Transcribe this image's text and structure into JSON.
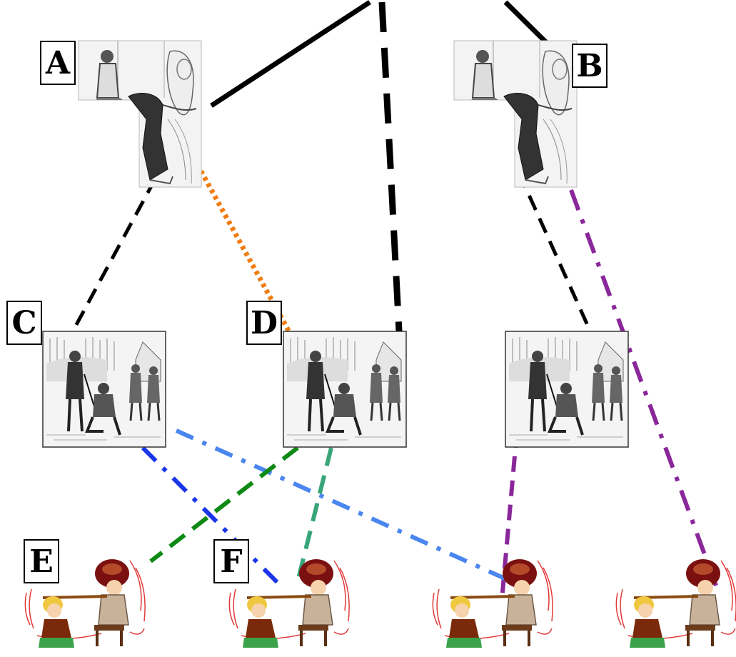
{
  "labels": {
    "A": "A",
    "B": "B",
    "C": "C",
    "D": "D",
    "E": "E",
    "F": "F"
  },
  "nodes": [
    {
      "id": "img-A",
      "kind": "sickroom-engraving"
    },
    {
      "id": "img-B",
      "kind": "sickroom-engraving"
    },
    {
      "id": "img-C",
      "kind": "knighting-engraving"
    },
    {
      "id": "img-D",
      "kind": "knighting-engraving"
    },
    {
      "id": "img-G",
      "kind": "knighting-engraving"
    },
    {
      "id": "img-E",
      "kind": "cartoon-boys"
    },
    {
      "id": "img-F",
      "kind": "cartoon-boys"
    },
    {
      "id": "img-H",
      "kind": "cartoon-boys"
    },
    {
      "id": "img-I",
      "kind": "cartoon-boys"
    }
  ],
  "line_colors": {
    "black": "#000000",
    "orange": "#f07c10",
    "blue": "#1a36e8",
    "light_blue": "#4a86ee",
    "green": "#0e8a14",
    "teal": "#38a57a",
    "purple": "#8a279a"
  }
}
